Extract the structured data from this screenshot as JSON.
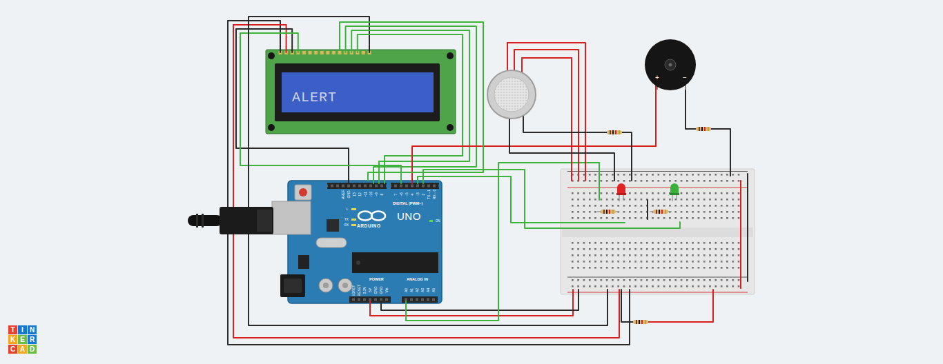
{
  "diagram": {
    "nodes": [
      {
        "text": [
          "ALERT"
        ]
      },
      {
        "text": [
          "ARDUINO",
          "UNO",
          "DIGITAL (PWM~)",
          "POWER",
          "ANALOG IN"
        ]
      }
    ],
    "edges": [
      {
        "from": 0,
        "to": 1,
        "arrow": "none"
      }
    ],
    "labels": [
      "AREF",
      "GND",
      "13",
      "12",
      "~11",
      "~10",
      "~9",
      "8",
      "7",
      "~6",
      "~5",
      "4",
      "~3",
      "2",
      "TX→1",
      "RX←0",
      "IOREF",
      "RESET",
      "3.3V",
      "5V",
      "GND",
      "GND",
      "Vin",
      "A0",
      "A1",
      "A2",
      "A3",
      "A4",
      "A5",
      "L",
      "TX",
      "RX",
      "ON",
      "+",
      "−",
      "T",
      "I",
      "N",
      "K",
      "E",
      "R",
      "C",
      "A",
      "D"
    ]
  }
}
